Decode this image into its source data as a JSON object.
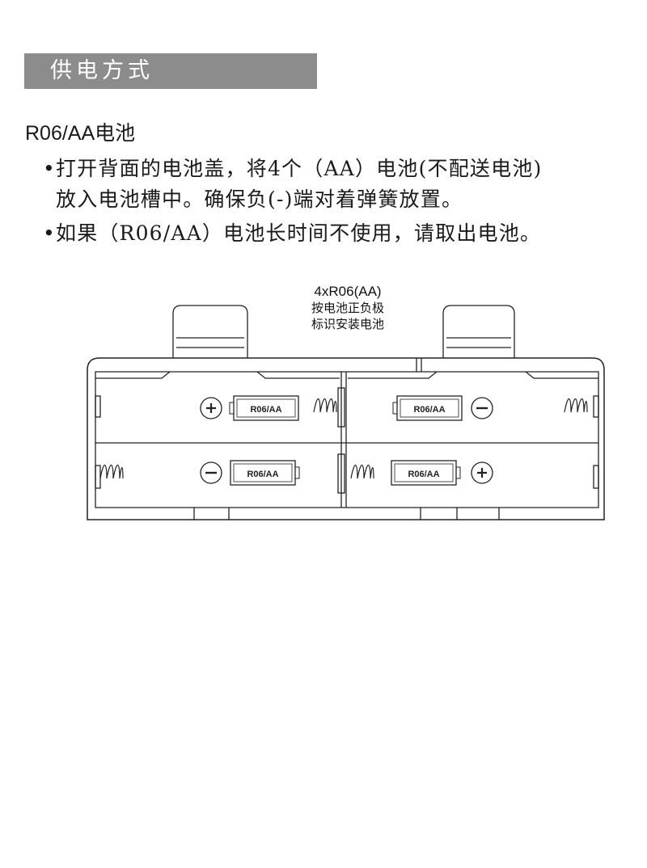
{
  "section": {
    "title": "供电方式"
  },
  "battery_type": "R06/AA电池",
  "instructions": [
    {
      "bullet": "•",
      "text": "打开背面的电池盖，将4个（AA）电池(不配送电池)"
    },
    {
      "bullet": "",
      "text": "放入电池槽中。确保负(-)端对着弹簧放置。"
    },
    {
      "bullet": "•",
      "text": "如果（R06/AA）电池长时间不使用，请取出电池。"
    }
  ],
  "diagram": {
    "label_top": "4xR06(AA)",
    "label_line2": "按电池正负极",
    "label_line3": "标识安装电池",
    "slot_label": "R06/AA",
    "plus_symbol": "plus-terminal",
    "minus_symbol": "minus-terminal"
  }
}
